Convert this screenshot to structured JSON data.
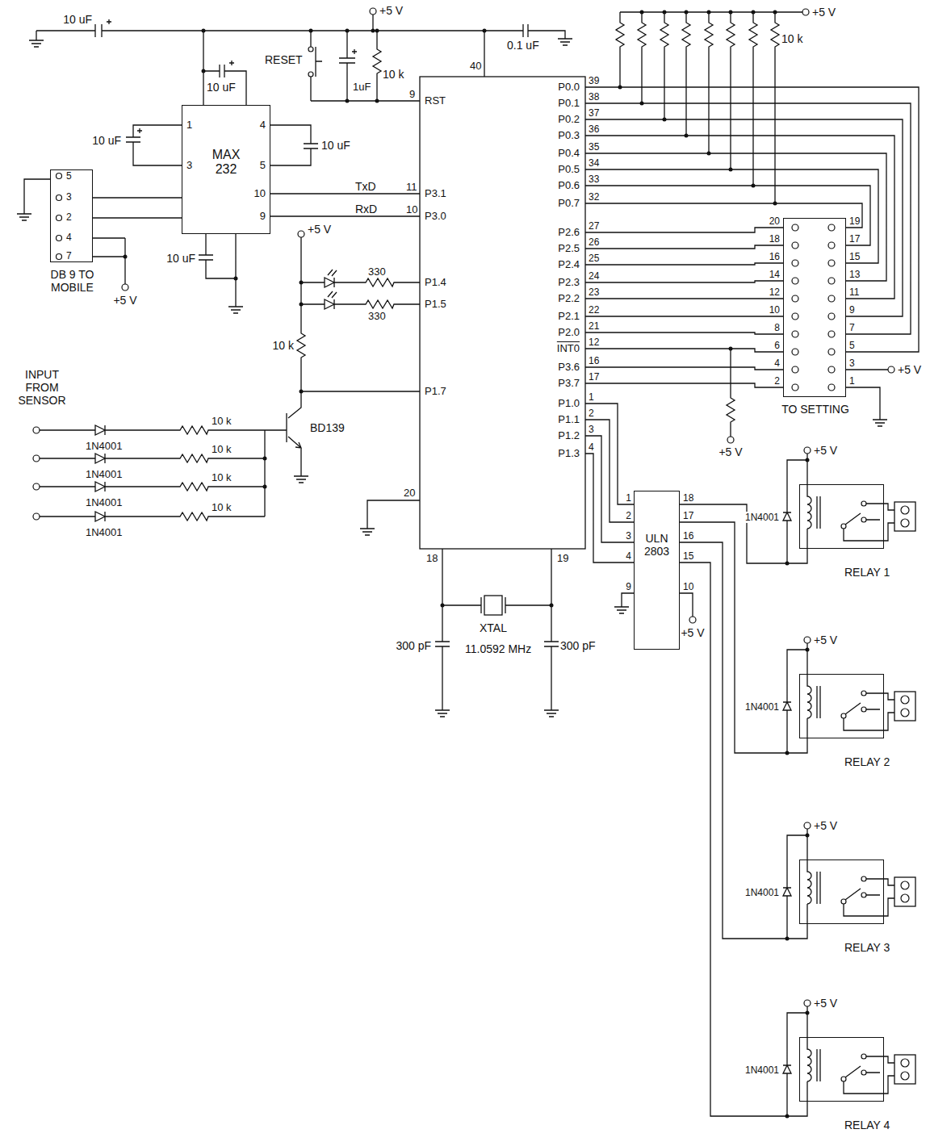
{
  "diagram": {
    "nodes": [
      {
        "text": [
          "MAX 232"
        ]
      },
      {
        "text": [
          "DB 9 TO MOBILE"
        ]
      },
      {
        "text": [
          "TO SETTING"
        ]
      },
      {
        "text": [
          "ULN 2803"
        ]
      },
      {
        "text": [
          "RELAY 1"
        ]
      },
      {
        "text": [
          "RELAY 2"
        ]
      },
      {
        "text": [
          "RELAY 3"
        ]
      },
      {
        "text": [
          "RELAY 4"
        ]
      }
    ],
    "edges": [
      {
        "from": 1,
        "to": 0,
        "arrow": "none"
      },
      {
        "from": 1,
        "to": 0,
        "arrow": "none"
      },
      {
        "from": 3,
        "to": 4,
        "arrow": "none"
      },
      {
        "from": 3,
        "to": 5,
        "arrow": "none"
      },
      {
        "from": 3,
        "to": 6,
        "arrow": "none"
      },
      {
        "from": 3,
        "to": 7,
        "arrow": "none"
      }
    ],
    "labels": [
      "10 uF",
      "+5 V",
      "10 uF",
      "RESET",
      "1uF",
      "10 k",
      "40",
      "0.1 uF",
      "RST",
      "9",
      "1",
      "3",
      "4",
      "5",
      "10",
      "9",
      "10 uF",
      "10 uF",
      "TxD",
      "11",
      "RxD",
      "10",
      "P3.1",
      "P3.0",
      "5",
      "3",
      "2",
      "4",
      "7",
      "+5 V",
      "+5 V",
      "10 uF",
      "330",
      "330",
      "10 k",
      "P1.4",
      "P1.5",
      "INPUT FROM SENSOR",
      "P1.7",
      "BD139",
      "1N4001",
      "10 k",
      "1N4001",
      "10 k",
      "1N4001",
      "10 k",
      "1N4001",
      "10 k",
      "20",
      "18",
      "19",
      "XTAL",
      "300 pF",
      "11.0592 MHz",
      "300 pF",
      "P0.0",
      "39",
      "P0.1",
      "38",
      "P0.2",
      "37",
      "P0.3",
      "36",
      "P0.4",
      "35",
      "P0.5",
      "34",
      "P0.6",
      "33",
      "P0.7",
      "32",
      "P2.6",
      "27",
      "P2.5",
      "26",
      "P2.4",
      "25",
      "P2.3",
      "24",
      "P2.2",
      "23",
      "P2.1",
      "22",
      "P2.0",
      "21",
      "INT0",
      "12",
      "P3.6",
      "16",
      "P3.7",
      "17",
      "P1.0",
      "1",
      "P1.1",
      "2",
      "P1.2",
      "3",
      "P1.3",
      "4",
      "+5 V",
      "10 k",
      "20",
      "19",
      "18",
      "17",
      "16",
      "15",
      "14",
      "13",
      "12",
      "11",
      "10",
      "9",
      "8",
      "7",
      "6",
      "5",
      "4",
      "3",
      "2",
      "1",
      "+5 V",
      "+5 V",
      "1",
      "2",
      "3",
      "4",
      "9",
      "18",
      "17",
      "16",
      "15",
      "10",
      "+5 V",
      "+5 V",
      "1N4001",
      "+5 V",
      "1N4001",
      "+5 V",
      "1N4001",
      "+5 V",
      "1N4001"
    ]
  }
}
